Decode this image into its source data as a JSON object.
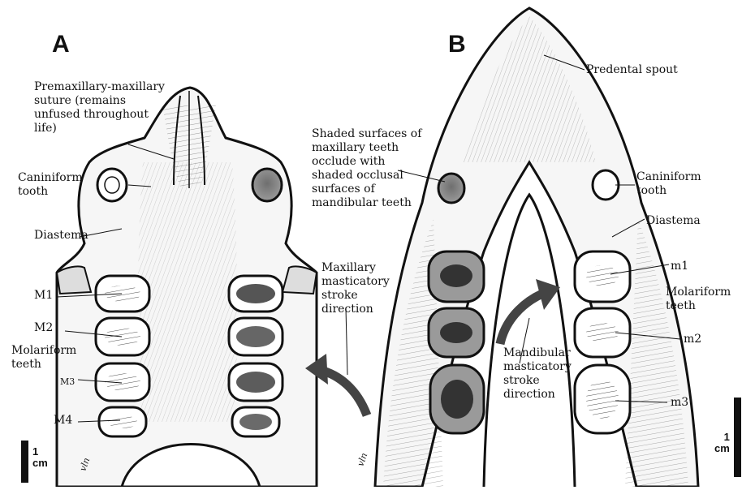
{
  "panels": {
    "a": "A",
    "b": "B"
  },
  "labels": {
    "suture": "Premaxillary-maxillary\nsuture (remains\nunfused throughout\nlife)",
    "caniniform_a": "Caniniform\ntooth",
    "diastema_a": "Diastema",
    "m1_upper": "M1",
    "m2_upper": "M2",
    "molariform_a": "Molariform\nteeth",
    "m3_upper": "M3",
    "m4_upper": "M4",
    "shaded": "Shaded surfaces of\nmaxillary teeth\nocclude with\nshaded occlusal\nsurfaces of\nmandibular teeth",
    "maxillary_stroke": "Maxillary\nmasticatory\nstroke\ndirection",
    "predental": "Predental spout",
    "caniniform_b": "Caniniform\ntooth",
    "diastema_b": "Diastema",
    "m1_lower": "m1",
    "molariform_b": "Molariform\nteeth",
    "m2_lower": "m2",
    "mandibular_stroke": "Mandibular\nmasticatory\nstroke\ndirection",
    "m3_lower": "m3"
  },
  "scale_bars": {
    "a": "1\ncm",
    "b": "1\ncm"
  },
  "signature": "vln",
  "colors": {
    "ink": "#111111",
    "shade": "#8a8a8a",
    "shade_dark": "#555555",
    "bone": "#f4f4f4"
  }
}
